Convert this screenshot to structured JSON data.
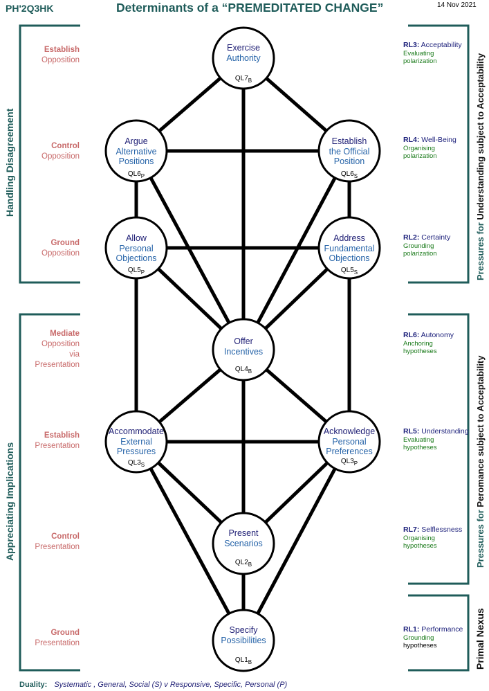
{
  "header": {
    "code": "PH'2Q3HK",
    "title": "Determinants of a “PREMEDITATED CHANGE”",
    "date": "14 Nov 2021"
  },
  "left_groups": {
    "top": "Handling  Disagreement",
    "bottom": "Appreciating  Implications"
  },
  "right_groups": {
    "top_a": "Pressures for ",
    "top_b": "Understanding  subject to  Acceptability",
    "bottom_a": "Pressures for ",
    "bottom_b": "Peromance  subject to  Acceptability",
    "nexus": "Primal Nexus"
  },
  "levels": [
    {
      "a": "Establish",
      "b": "Opposition"
    },
    {
      "a": "Control",
      "b": "Opposition"
    },
    {
      "a": "Ground",
      "b": "Opposition"
    },
    {
      "a": "Mediate",
      "b": "Opposition",
      "c": "via",
      "d": "Presentation"
    },
    {
      "a": "Establish",
      "b": "Presentation"
    },
    {
      "a": "Control",
      "b": "Presentation"
    },
    {
      "a": "Ground",
      "b": "Presentation"
    }
  ],
  "rls": [
    {
      "code": "RL3:",
      "name": " Acceptability",
      "s1": "Evaluating",
      "s2": "polarization"
    },
    {
      "code": "RL4:",
      "name": " Well-Being",
      "s1": "Organising",
      "s2": "polarization"
    },
    {
      "code": "RL2:",
      "name": " Certainty",
      "s1": "Grounding",
      "s2": "polarization"
    },
    {
      "code": "RL6:",
      "name": "  Autonomy",
      "s1": "Anchoring",
      "s2": "hypotheses"
    },
    {
      "code": "RL5:",
      "name": " Understanding",
      "s1": "Evaluating",
      "s2": "hypotheses"
    },
    {
      "code": "RL7:",
      "name": "  Selflessness",
      "s1": "Organising",
      "s2": "hypotheses"
    },
    {
      "code": "RL1:",
      "name": "  Performance",
      "s1": "Grounding",
      "s2": "hypotheses"
    }
  ],
  "nodes": [
    {
      "l1": "Exercise",
      "l2": "Authority",
      "l3": "",
      "ql": "QL7",
      "qs": "B"
    },
    {
      "l1": "Argue",
      "l2": "Alternative",
      "l3": "Positions",
      "ql": "QL6",
      "qs": "P"
    },
    {
      "l1": "Establish",
      "l2": "the Official",
      "l3": "Position",
      "ql": "QL6",
      "qs": "S"
    },
    {
      "l1": "Allow",
      "l2": "Personal",
      "l3": "Objections",
      "ql": "QL5",
      "qs": "P"
    },
    {
      "l1": "Address",
      "l2": "Fundamental",
      "l3": "Objections",
      "ql": "QL5",
      "qs": "S"
    },
    {
      "l1": "Offer",
      "l2": "Incentives",
      "l3": "",
      "ql": "QL4",
      "qs": "B"
    },
    {
      "l1": "Accommodate",
      "l2": "External",
      "l3": "Pressures",
      "ql": "QL3",
      "qs": "S"
    },
    {
      "l1": "Acknowledge",
      "l2": "Personal",
      "l3": "Preferences",
      "ql": "QL3",
      "qs": "P"
    },
    {
      "l1": "Present",
      "l2": "Scenarios",
      "l3": "",
      "ql": "QL2",
      "qs": "B"
    },
    {
      "l1": "Specify",
      "l2": "Possibilities",
      "l3": "",
      "ql": "QL1",
      "qs": "B"
    }
  ],
  "footer": {
    "label": "Duality:",
    "text": "Systematic , General, Social (S)  v   Responsive, Specific, Personal (P)"
  },
  "colors": {
    "teal": "#1f5c5a",
    "level_red": "#c86a6a",
    "navy": "#1f1f75",
    "blue": "#2563a8",
    "green": "#1a7a1a"
  }
}
